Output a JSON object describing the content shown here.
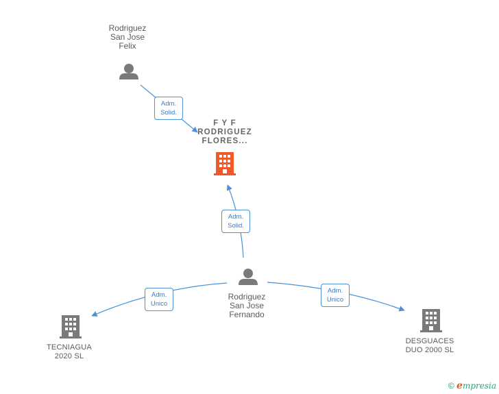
{
  "nodes": {
    "felix": {
      "name_lines": [
        "Rodriguez",
        "San Jose",
        "Felix"
      ],
      "kind": "person"
    },
    "fyf": {
      "name_lines": [
        "F Y F",
        "RODRIGUEZ",
        "FLORES..."
      ],
      "kind": "company-focus"
    },
    "fernando": {
      "name_lines": [
        "Rodriguez",
        "San Jose",
        "Fernando"
      ],
      "kind": "person"
    },
    "tecniagua": {
      "name_lines": [
        "TECNIAGUA",
        "2020  SL"
      ],
      "kind": "company"
    },
    "desguaces": {
      "name_lines": [
        "DESGUACES",
        "DUO 2000  SL"
      ],
      "kind": "company"
    }
  },
  "edges": [
    {
      "from": "felix",
      "to": "fyf",
      "label_lines": [
        "Adm.",
        "Solid."
      ]
    },
    {
      "from": "fernando",
      "to": "fyf",
      "label_lines": [
        "Adm.",
        "Solid."
      ]
    },
    {
      "from": "fernando",
      "to": "tecniagua",
      "label_lines": [
        "Adm.",
        "Unico"
      ]
    },
    {
      "from": "fernando",
      "to": "desguaces",
      "label_lines": [
        "Adm.",
        "Unico"
      ]
    }
  ],
  "icons": {
    "person": "person-icon",
    "company": "building-icon",
    "copyright": "copyright-icon"
  },
  "colors": {
    "edge": "#4a90d9",
    "person": "#7a7a7a",
    "company": "#7a7a7a",
    "focus": "#f05a2a",
    "label_text": "#3a79c6"
  },
  "footer": {
    "copyright_symbol": "©",
    "brand_initial": "e",
    "brand_rest": "mpresia"
  }
}
